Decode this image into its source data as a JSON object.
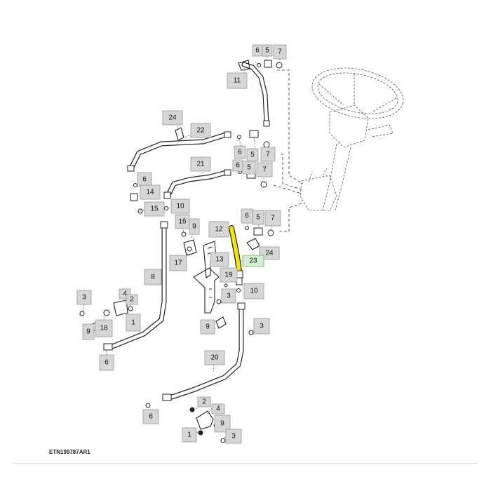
{
  "figure_id": "ETN199787AR1",
  "highlight_color": "#f2e600",
  "callouts": {
    "c6a": "6",
    "c5a": "5",
    "c7a": "7",
    "c11": "11",
    "c24a": "24",
    "c22": "22",
    "c6b": "6",
    "c5b": "5",
    "c7b": "7",
    "c21": "21",
    "c6c": "6",
    "c5c": "5",
    "c7c": "7",
    "c6d": "6",
    "c14": "14",
    "c15": "15",
    "c10a": "10",
    "c16": "16",
    "c9a": "9",
    "c12": "12",
    "c6e": "6",
    "c5e": "5",
    "c7e": "7",
    "c24b": "24",
    "c23": "23",
    "c17": "17",
    "c13": "13",
    "c8": "8",
    "c19": "19",
    "c10b": "10",
    "c3a": "3",
    "c4a": "4",
    "c2a": "2",
    "c1a": "1",
    "c9b": "9",
    "c18": "18",
    "c6f": "6",
    "c3b": "3",
    "c9c": "9",
    "c3c": "3",
    "c20": "20",
    "c6g": "6",
    "c2b": "2",
    "c4b": "4",
    "c9d": "9",
    "c1b": "1",
    "c3d": "3"
  }
}
